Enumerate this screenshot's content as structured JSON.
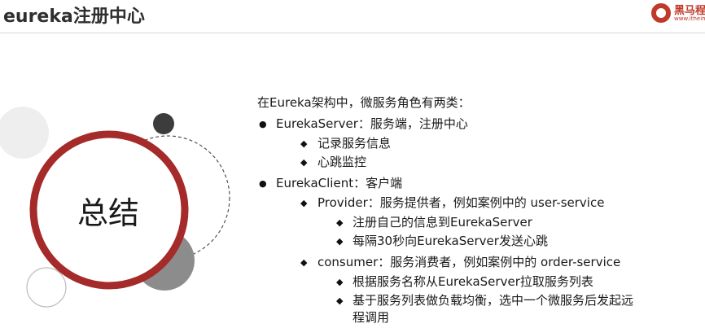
{
  "header": {
    "title": "eureka注册中心",
    "logo_text": "黑马程序员",
    "logo_url": "www.itheima.com"
  },
  "summary": {
    "label": "总结"
  },
  "content": {
    "intro": "在Eureka架构中，微服务角色有两类：",
    "server": {
      "label": "EurekaServer：服务端，注册中心",
      "items": [
        "记录服务信息",
        "心跳监控"
      ]
    },
    "client": {
      "label": "EurekaClient：客户端",
      "provider": {
        "label": "Provider：服务提供者，例如案例中的 user-service",
        "items": [
          "注册自己的信息到EurekaServer",
          "每隔30秒向EurekaServer发送心跳"
        ]
      },
      "consumer": {
        "label": "consumer：服务消费者，例如案例中的 order-service",
        "items": [
          "根据服务名称从EurekaServer拉取服务列表",
          "基于服务列表做负载均衡，选中一个微服务后发起远",
          "程调用"
        ]
      }
    }
  },
  "colors": {
    "accent_red": "#a52a2a",
    "dark_gray": "#3c3c3c",
    "mid_gray": "#8c8c8c",
    "light_gray": "#eeeeee"
  }
}
